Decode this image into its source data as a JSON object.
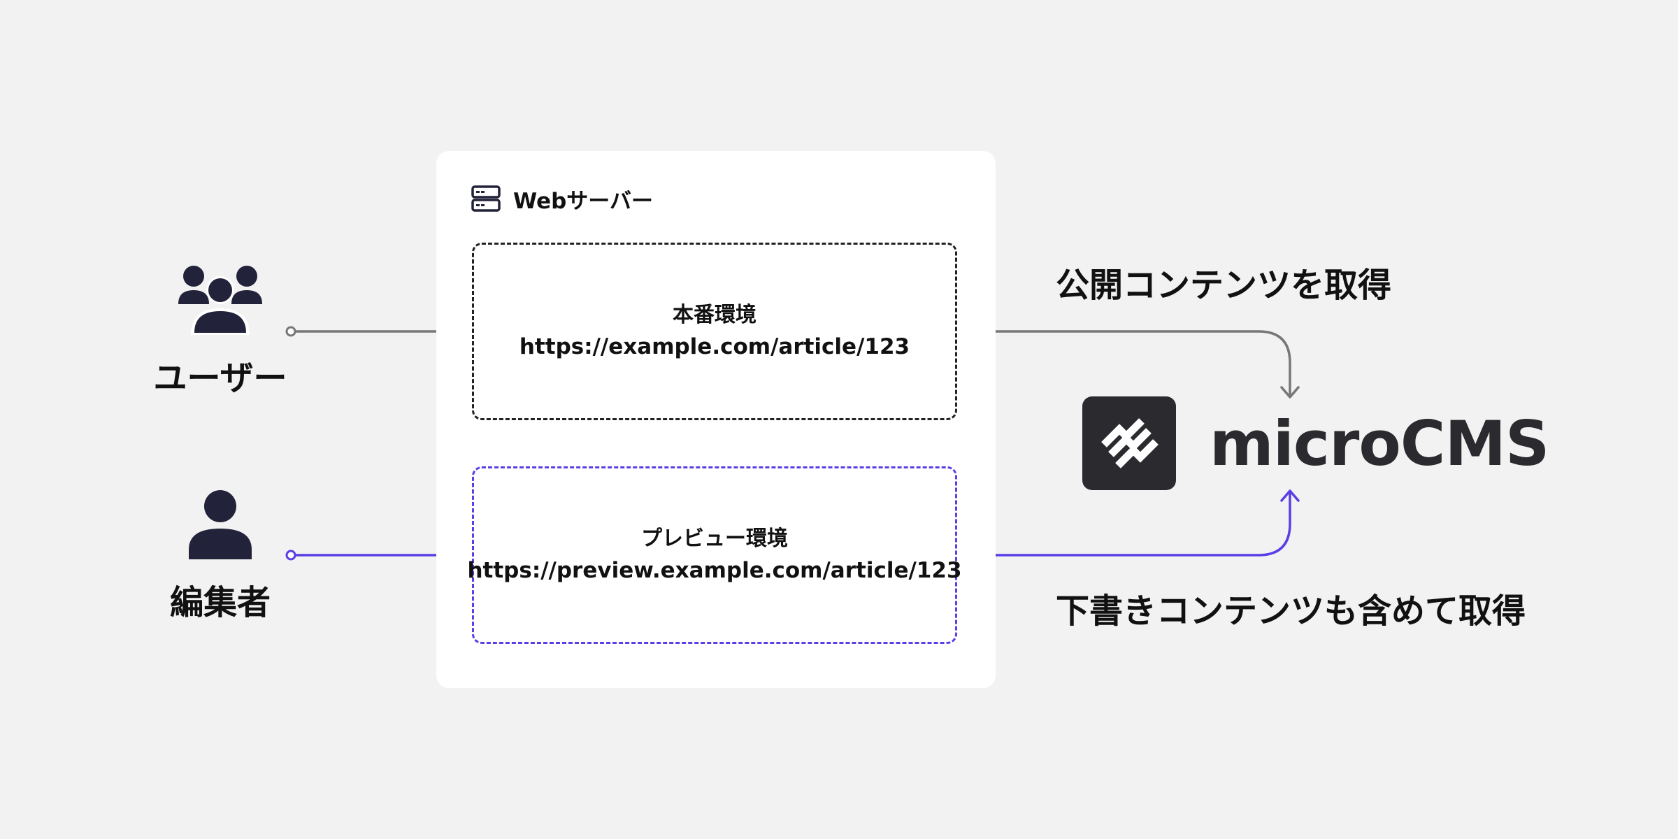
{
  "server": {
    "title": "Webサーバー",
    "icon": "server-icon"
  },
  "environments": {
    "production": {
      "name": "本番環境",
      "url": "https://example.com/article/123"
    },
    "preview": {
      "name": "プレビュー環境",
      "url": "https://preview.example.com/article/123"
    }
  },
  "actors": {
    "users": {
      "label": "ユーザー",
      "icon": "users-group-icon"
    },
    "editor": {
      "label": "編集者",
      "icon": "user-icon"
    }
  },
  "flows": {
    "published": "公開コンテンツを取得",
    "draft": "下書きコンテンツも含めて取得"
  },
  "cms": {
    "name": "microCMS",
    "icon": "microcms-logo-icon"
  },
  "colors": {
    "background": "#f2f2f2",
    "panel": "#ffffff",
    "production_line": "#777777",
    "production_border": "#222222",
    "preview_accent": "#5a3ee6",
    "icon_dark": "#22223a",
    "logo_dark": "#2b2b2f"
  }
}
